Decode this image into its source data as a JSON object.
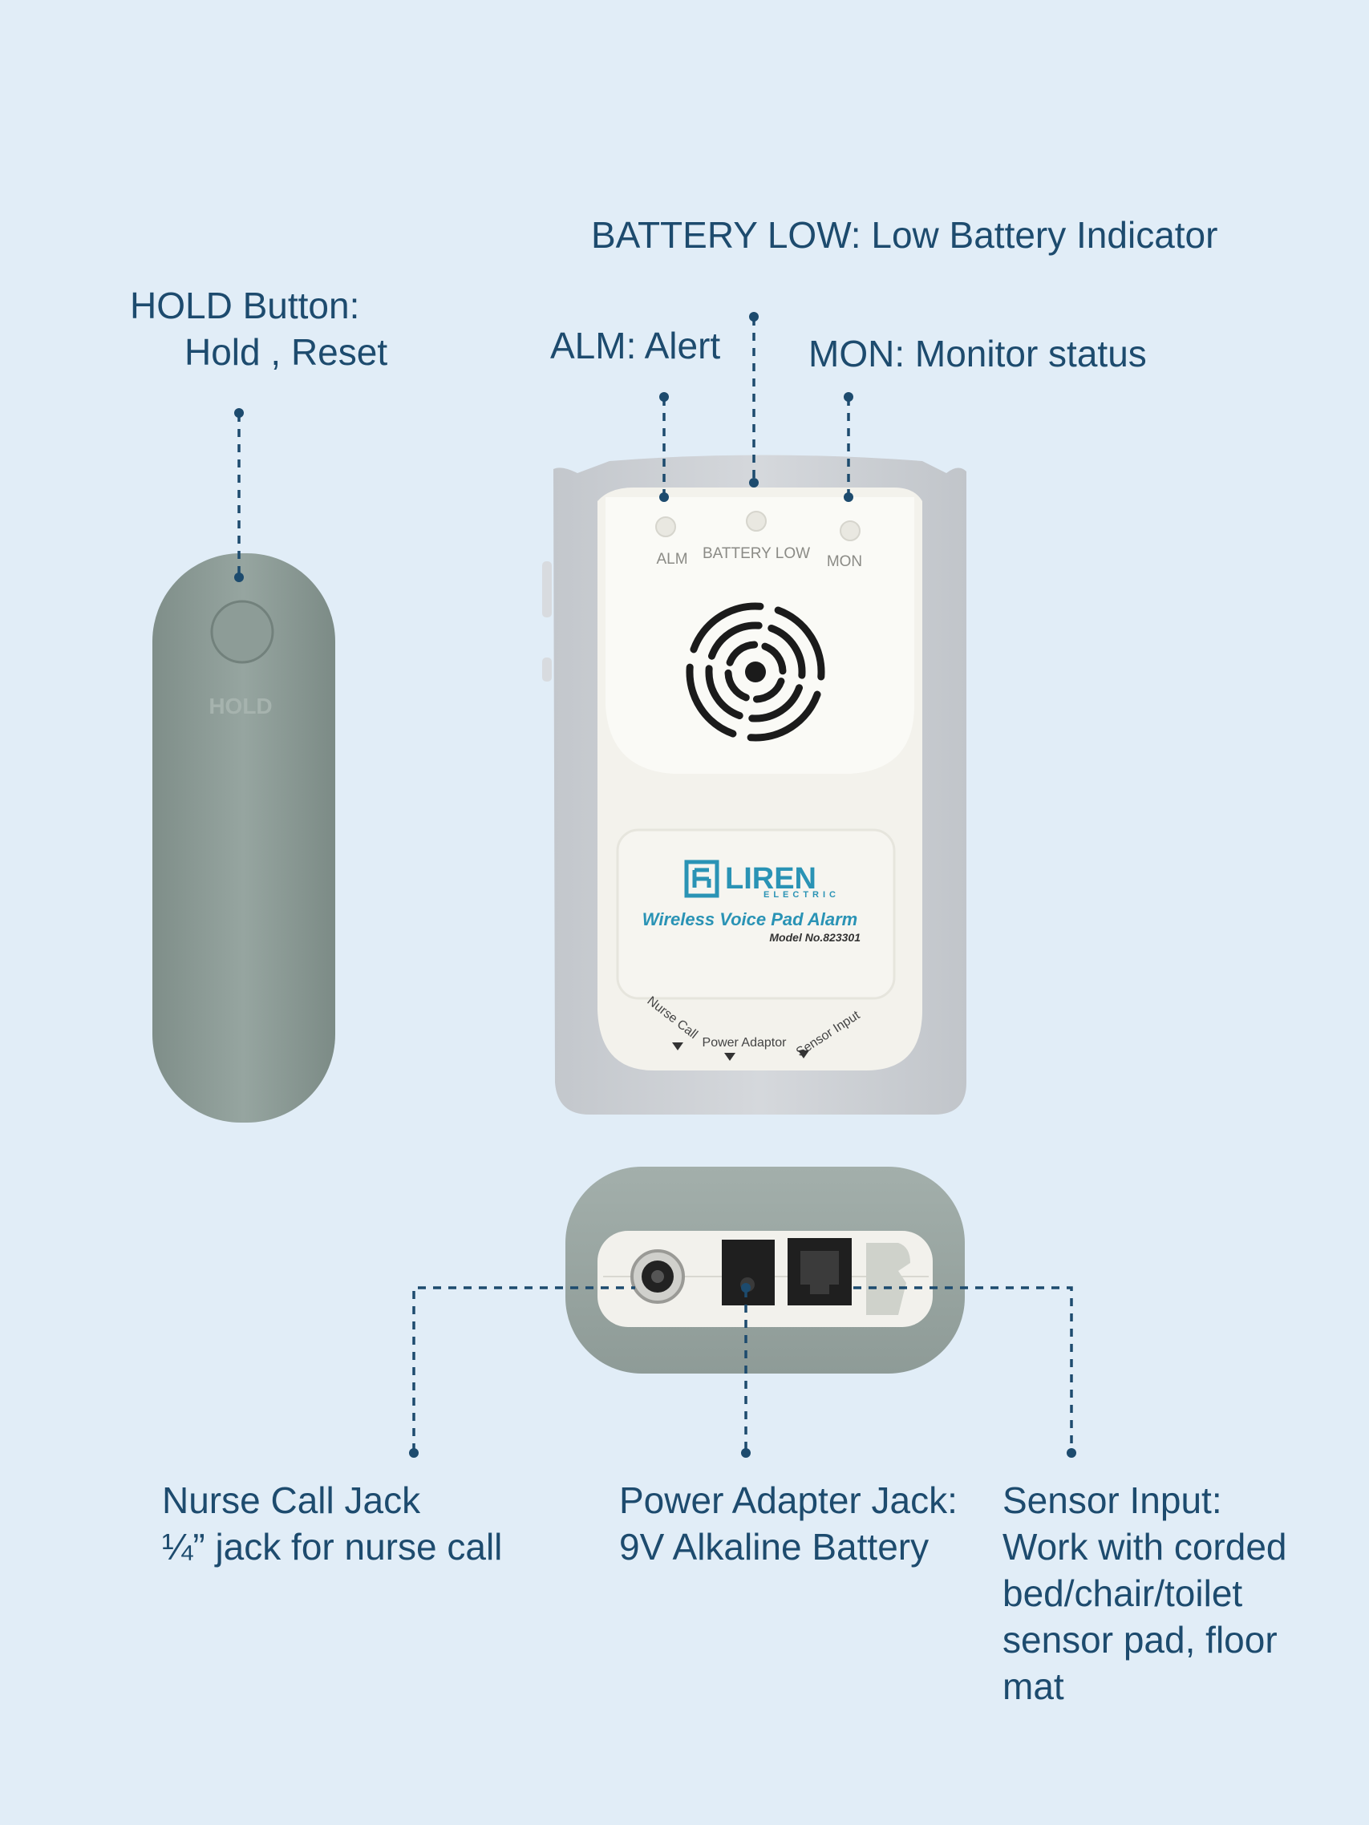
{
  "callouts": {
    "battery_low": "BATTERY LOW: Low Battery Indicator",
    "hold_line1": "HOLD Button:",
    "hold_line2": "Hold , Reset",
    "alm": "ALM: Alert",
    "mon": "MON: Monitor status",
    "nurse_call_line1": "Nurse Call Jack",
    "nurse_call_line2": "¼” jack for nurse call",
    "power_line1": "Power Adapter Jack:",
    "power_line2": "9V Alkaline Battery",
    "sensor_line1": "Sensor Input:",
    "sensor_line2": "Work with corded",
    "sensor_line3": "bed/chair/toilet",
    "sensor_line4": "sensor pad, floor",
    "sensor_line5": "mat"
  },
  "device": {
    "hold_button_label": "HOLD",
    "led_alm": "ALM",
    "led_battery_low": "BATTERY LOW",
    "led_mon": "MON",
    "brand": "LIREN",
    "brand_sub": "ELECTRIC",
    "product_name": "Wireless Voice Pad Alarm",
    "model": "Model No.823301",
    "port_nurse_call": "Nurse Call",
    "port_power": "Power Adaptor",
    "port_sensor": "Sensor Input"
  },
  "colors": {
    "background": "#e1edf7",
    "callout_text": "#1d4b6e",
    "leader_line": "#1d4b6e",
    "brand_teal": "#2a93b5",
    "silicone_grey": "#8d9c97"
  }
}
